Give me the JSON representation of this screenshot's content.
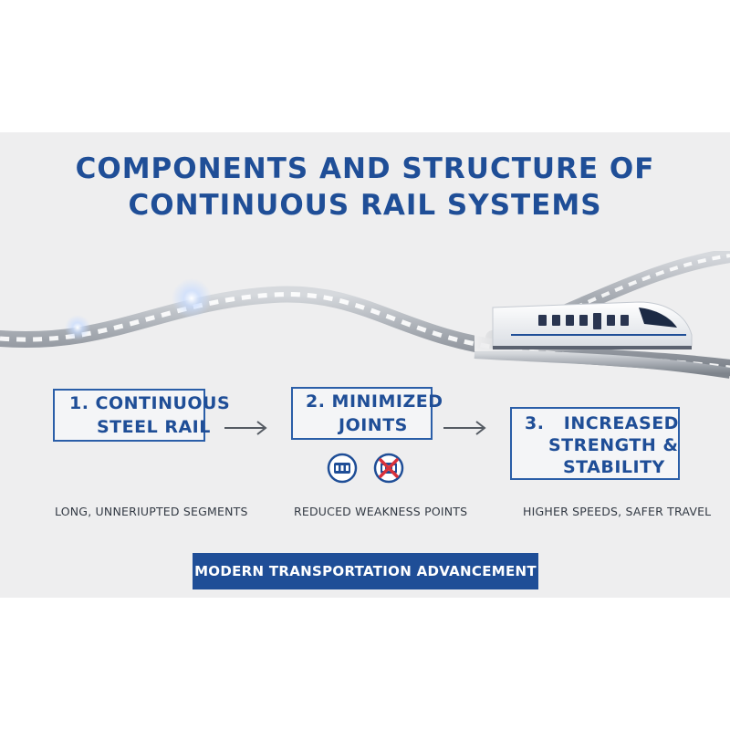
{
  "title": {
    "line1": "COMPONENTS AND STRUCTURE OF",
    "line2": "CONTINUOUS RAIL SYSTEMS"
  },
  "steps": [
    {
      "line1": "1. CONTINUOUS",
      "line2": "STEEL RAIL",
      "note": "LONG, UNNERIUPTED SEGMENTS"
    },
    {
      "line1": "2. MINIMIZED",
      "line2": "JOINTS",
      "note": "REDUCED WEAKNESS POINTS"
    },
    {
      "line1": "3.   INCREASED",
      "line2": "STRENGTH &",
      "line3": "STABILITY",
      "note": "HIGHER SPEEDS, SAFER TRAVEL"
    }
  ],
  "icons": [
    "rail-joint-icon",
    "no-joint-icon",
    "arrow-right-icon",
    "high-speed-train-icon"
  ],
  "banner": {
    "label": "MODERN TRANSPORTATION ADVANCEMENT"
  },
  "colors": {
    "primary_blue": "#1f4e97",
    "panel_gray": "#eeeeef",
    "rail_gray": "#a7acb3",
    "cross_red": "#d9313b"
  }
}
